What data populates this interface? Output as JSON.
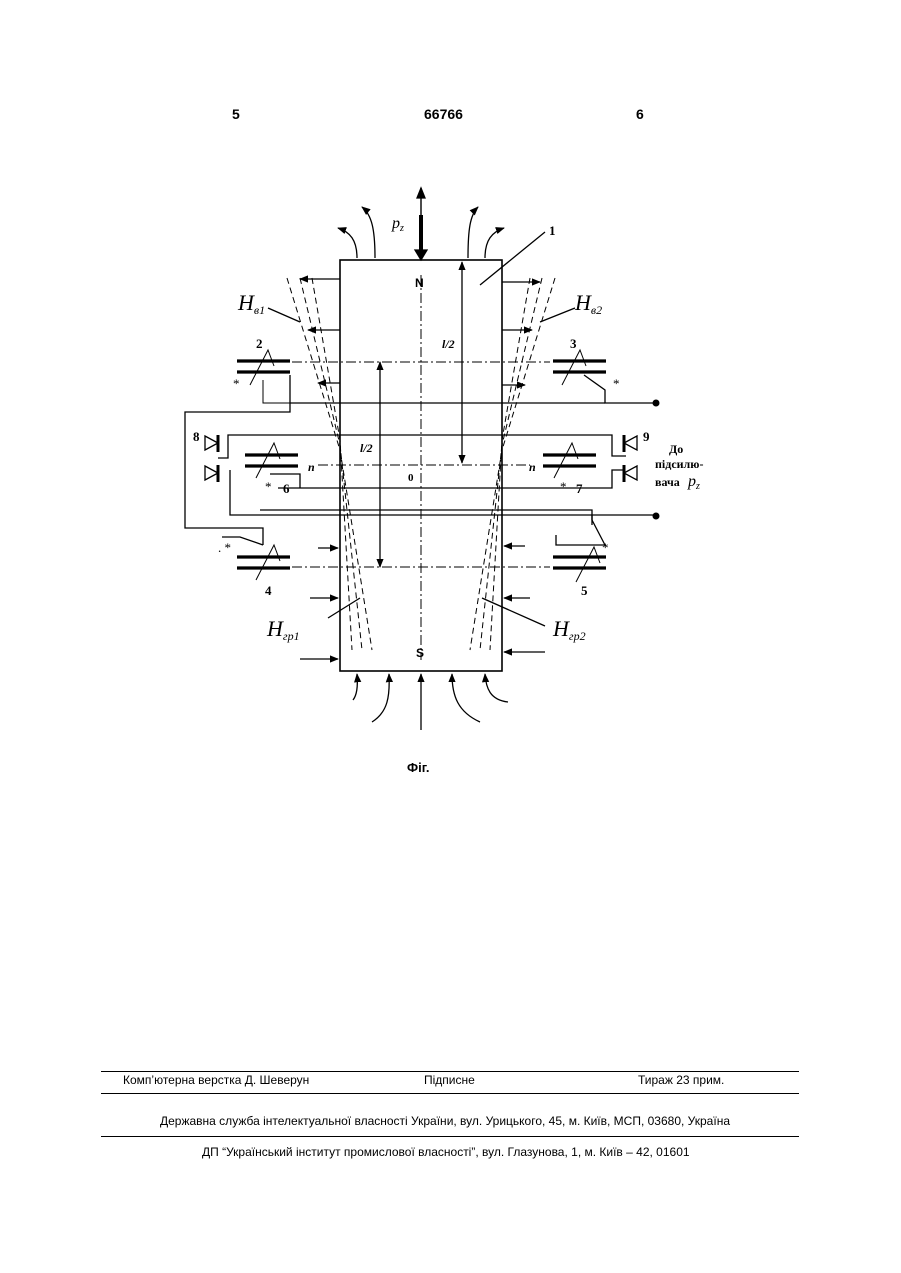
{
  "header": {
    "page_left": "5",
    "patent_number": "66766",
    "page_right": "6"
  },
  "figure": {
    "caption": "Фіг.",
    "labels": {
      "n1": "1",
      "n2": "2",
      "n3": "3",
      "n4": "4",
      "n5": "5",
      "n6": "6",
      "n7": "7",
      "n8": "8",
      "n9": "9",
      "north": "N",
      "south": "S",
      "zero": "0",
      "half_len_upper": "l/2",
      "half_len_lower": "l/2",
      "axis_n_left": "n",
      "axis_n_right": "n",
      "h_main": "H",
      "h_v1_sub": "в1",
      "h_v2_sub": "в2",
      "h_gr1_sub": "гр1",
      "h_gr2_sub": "гр2",
      "pz_main": "p",
      "pz_sub": "z",
      "star": "*",
      "star_dot": ". *",
      "amp_line1": "До",
      "amp_line2": "підсилю-",
      "amp_line3": "вача"
    }
  },
  "footer": {
    "typesetter": "Комп’ютерна верстка Д. Шеверун",
    "signed": "Підписне",
    "circulation": "Тираж 23 прим.",
    "agency": "Державна служба інтелектуальної власності України, вул. Урицького, 45, м. Київ, МСП, 03680, Україна",
    "institute": "ДП “Український інститут промислової власності”, вул. Глазунова, 1, м. Київ – 42, 01601"
  }
}
